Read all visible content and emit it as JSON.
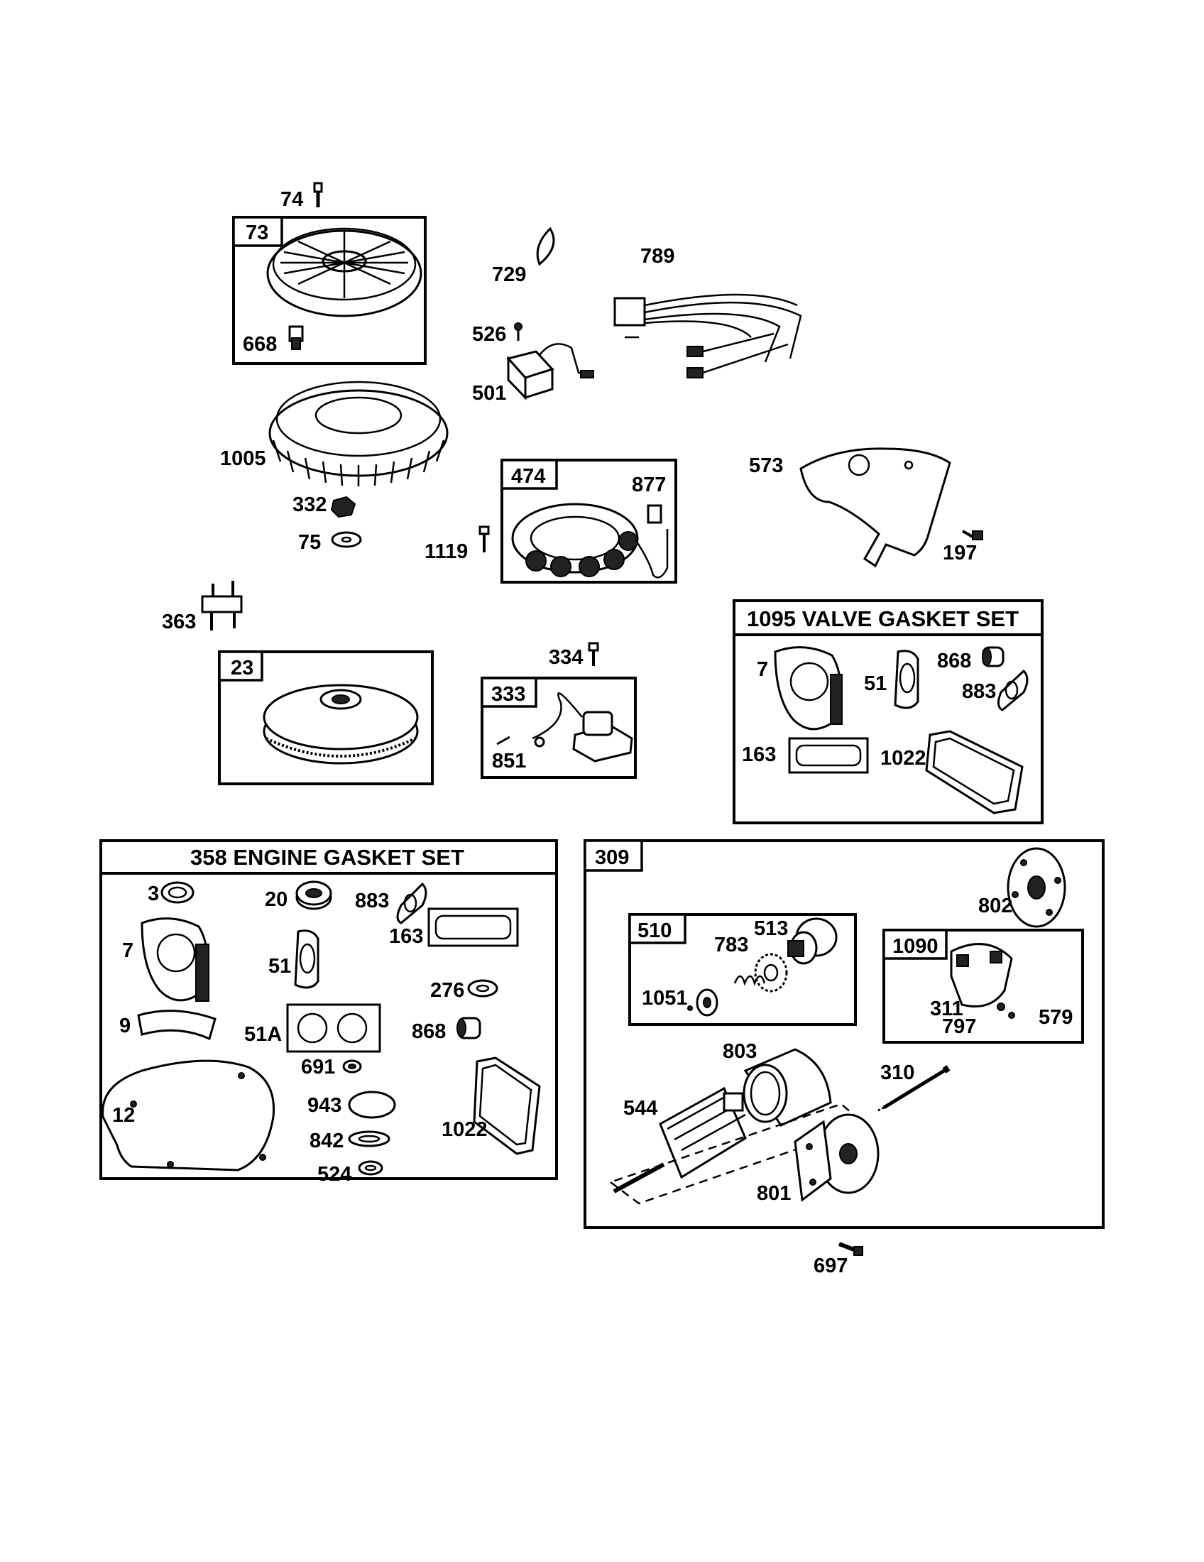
{
  "boxes": {
    "b73": "73",
    "b474": "474",
    "b23": "23",
    "b333": "333",
    "b1095": "1095 VALVE GASKET SET",
    "b358": "358 ENGINE GASKET SET",
    "b309": "309",
    "b510": "510",
    "b1090": "1090"
  },
  "labels": {
    "p74": "74",
    "p668": "668",
    "p729": "729",
    "p789": "789",
    "p526": "526",
    "p501": "501",
    "p1005": "1005",
    "p332": "332",
    "p75": "75",
    "p877": "877",
    "p1119": "1119",
    "p573": "573",
    "p197": "197",
    "p363": "363",
    "p334": "334",
    "p851": "851",
    "v7": "7",
    "v51": "51",
    "v868": "868",
    "v883": "883",
    "v163": "163",
    "v1022": "1022",
    "g3": "3",
    "g20": "20",
    "g883": "883",
    "g163": "163",
    "g7": "7",
    "g51": "51",
    "g276": "276",
    "g9": "9",
    "g51A": "51A",
    "g868": "868",
    "g691": "691",
    "g12": "12",
    "g943": "943",
    "g1022": "1022",
    "g842": "842",
    "g524": "524",
    "s802": "802",
    "s513": "513",
    "s783": "783",
    "s1051": "1051",
    "s311": "311",
    "s797": "797",
    "s579": "579",
    "s803": "803",
    "s310": "310",
    "s544": "544",
    "s801": "801",
    "s697": "697"
  }
}
